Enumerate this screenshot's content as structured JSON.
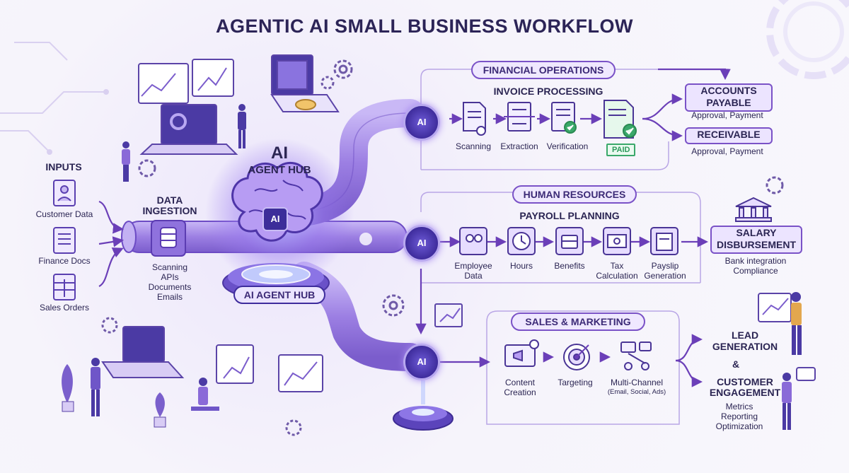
{
  "title": "AGENTIC AI SMALL BUSINESS WORKFLOW",
  "hub": {
    "title_top": "AI",
    "title_bottom": "AGENT HUB",
    "badge": "AI",
    "base_label": "AI AGENT HUB"
  },
  "inputs": {
    "heading": "INPUTS",
    "items": [
      {
        "label": "Customer Data",
        "icon": "user-document-icon"
      },
      {
        "label": "Finance Docs",
        "icon": "document-icon"
      },
      {
        "label": "Sales Orders",
        "icon": "spreadsheet-icon"
      }
    ]
  },
  "ingestion": {
    "heading_line1": "DATA",
    "heading_line2": "INGESTION",
    "notes": [
      "Scanning",
      "APIs",
      "Documents",
      "Emails"
    ]
  },
  "agent_chip_label": "AI",
  "financial": {
    "section": "FINANCIAL OPERATIONS",
    "subheading": "INVOICE PROCESSING",
    "steps": [
      "Scanning",
      "Extraction",
      "Verification"
    ],
    "paid_stamp": "PAID",
    "outputs": [
      {
        "title_line1": "ACCOUNTS",
        "title_line2": "PAYABLE",
        "detail": "Approval, Payment"
      },
      {
        "title_line1": "RECEIVABLE",
        "title_line2": "",
        "detail": "Approval, Payment"
      }
    ]
  },
  "hr": {
    "section": "HUMAN RESOURCES",
    "subheading": "PAYROLL PLANNING",
    "steps": [
      {
        "line1": "Employee",
        "line2": "Data"
      },
      {
        "line1": "Hours",
        "line2": ""
      },
      {
        "line1": "Benefits",
        "line2": ""
      },
      {
        "line1": "Tax",
        "line2": "Calculation"
      },
      {
        "line1": "Payslip",
        "line2": "Generation"
      }
    ],
    "output": {
      "title_line1": "SALARY",
      "title_line2": "DISBURSEMENT",
      "detail_line1": "Bank integration",
      "detail_line2": "Compliance"
    }
  },
  "sales": {
    "section": "SALES & MARKETING",
    "steps": [
      {
        "line1": "Content",
        "line2": "Creation"
      },
      {
        "line1": "Targeting",
        "line2": ""
      },
      {
        "line1": "Multi-Channel",
        "line2": "(Email, Social, Ads)"
      }
    ],
    "outputs": {
      "lead_line1": "LEAD",
      "lead_line2": "GENERATION",
      "amp": "&",
      "eng_line1": "CUSTOMER",
      "eng_line2": "ENGAGEMENT",
      "detail_line1": "Metrics",
      "detail_line2": "Reporting",
      "detail_line3": "Optimization"
    }
  },
  "colors": {
    "accent": "#7a52c7",
    "navy": "#2b2553",
    "pipe": "#a48be6",
    "green": "#3aa86a"
  }
}
